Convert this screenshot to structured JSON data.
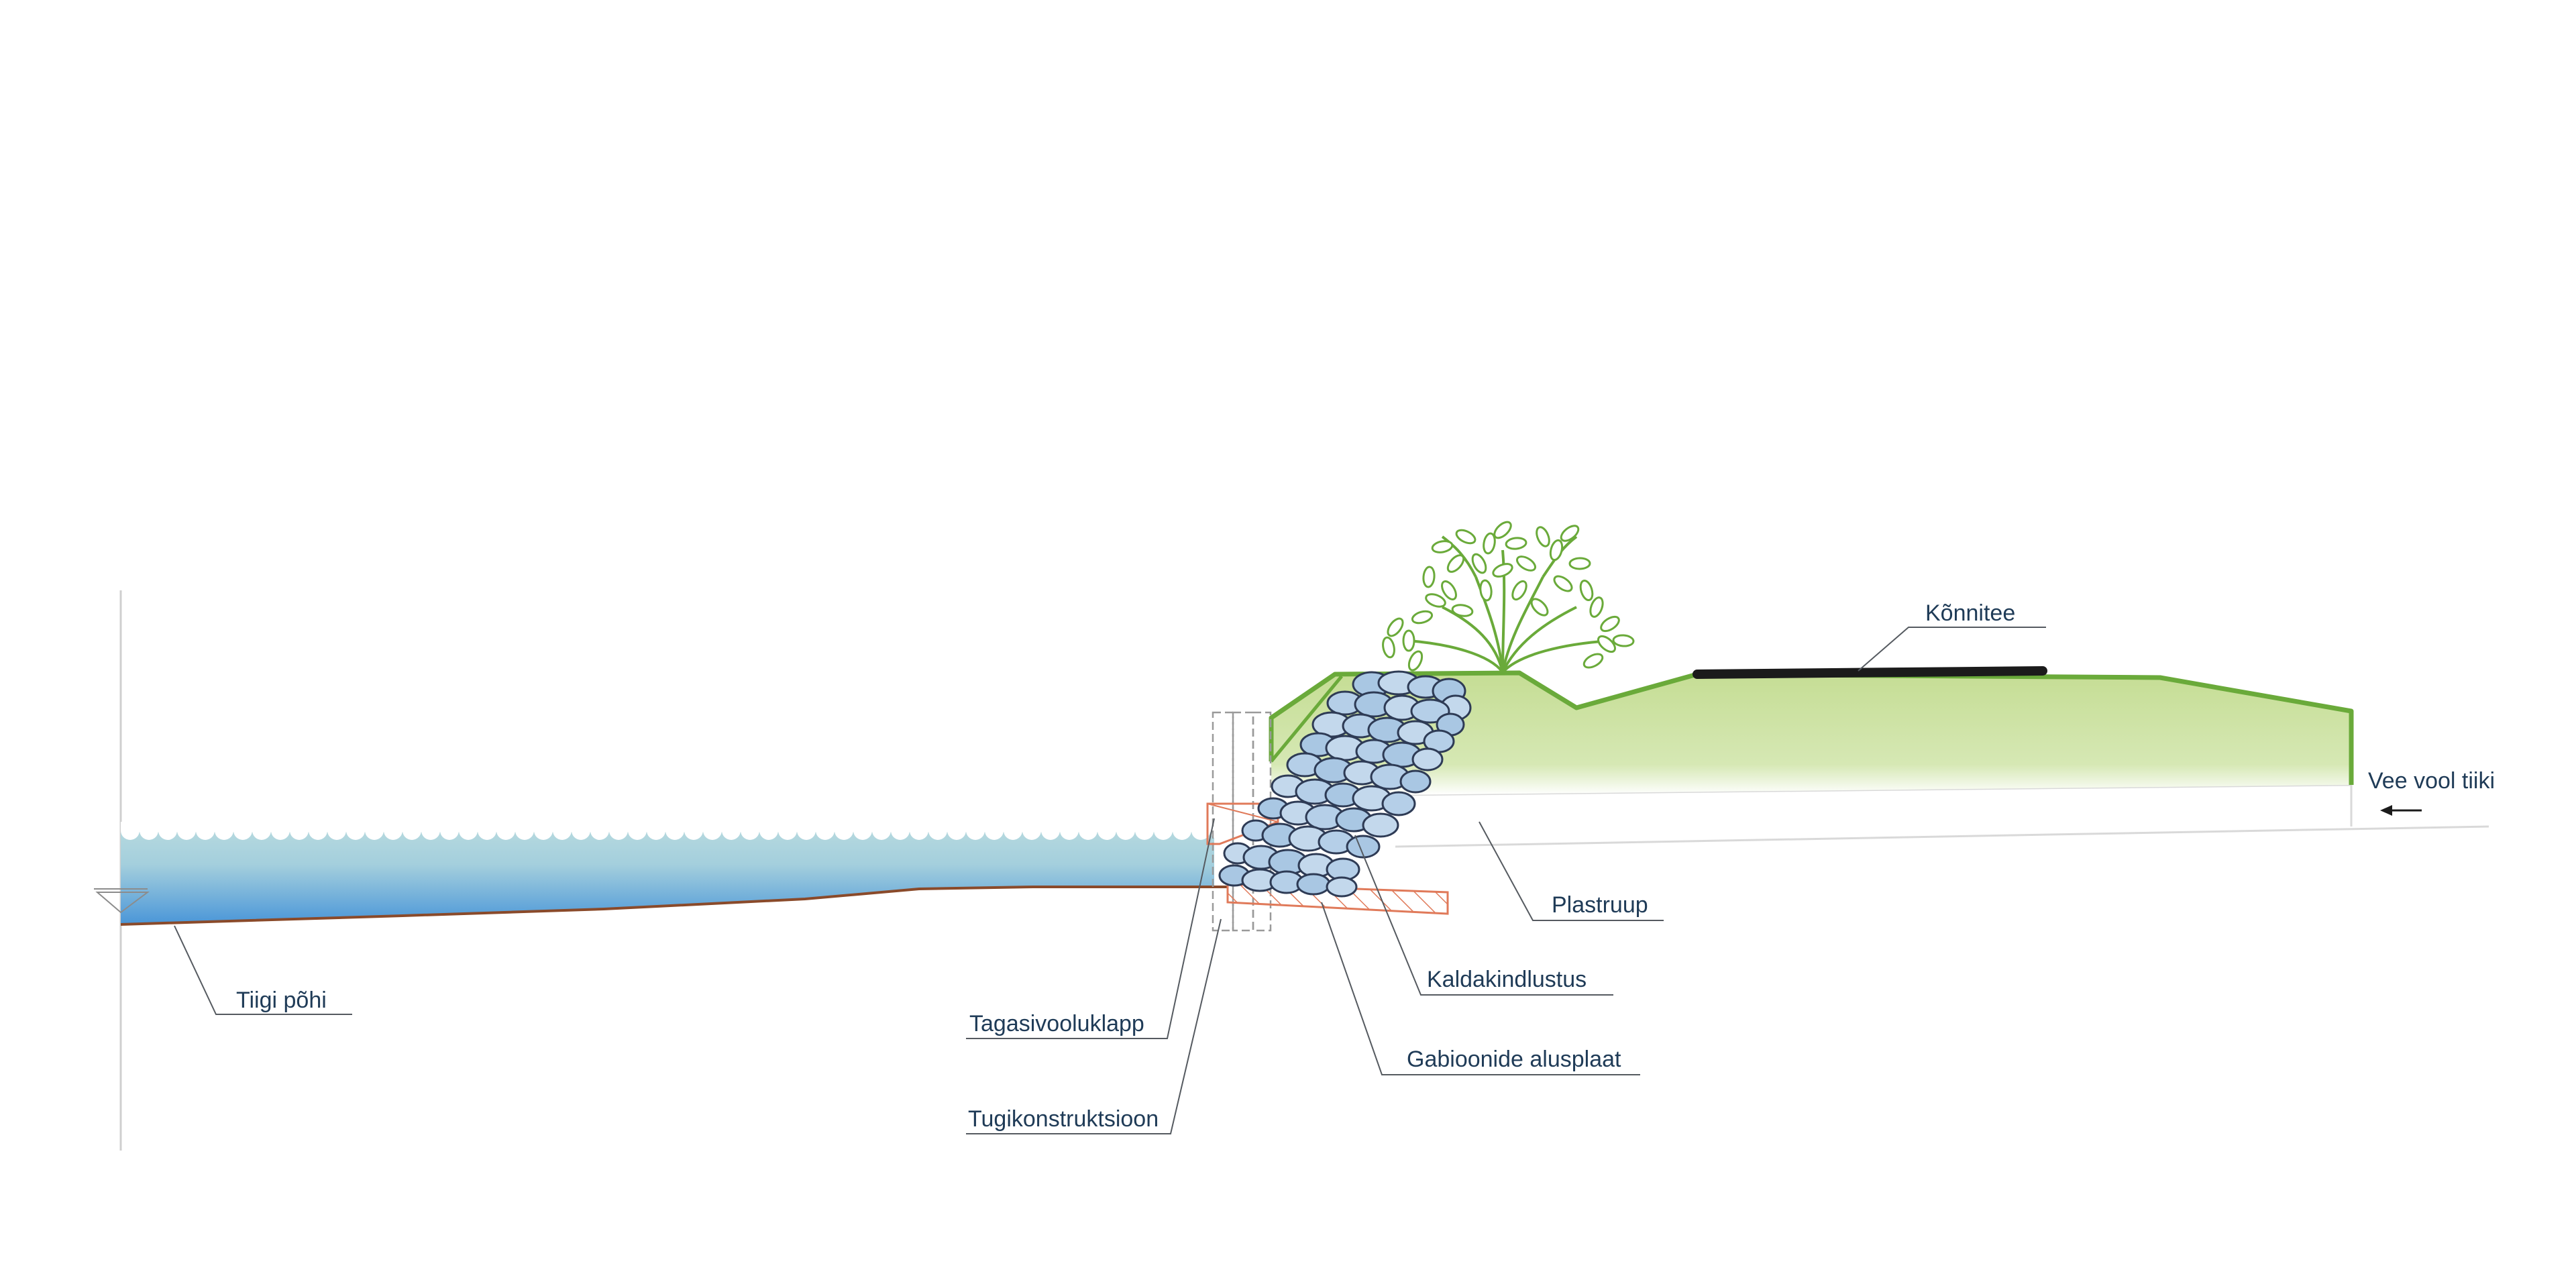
{
  "labels": {
    "walkway": "Kõnnitee",
    "water_flow": "Vee vool tiiki",
    "pipe": "Plastruup",
    "bank_reinforcement": "Kaldakindlustus",
    "gabion_base_plate": "Gabioonide alusplaat",
    "backflow_valve": "Tagasivooluklapp",
    "support_structure": "Tugikonstruktsioon",
    "pond_bottom": "Tiigi põhi"
  },
  "colors": {
    "water_top": "#a9d2dc",
    "water_bottom": "#4a97d8",
    "embankment_fill": "#c9df9c",
    "embankment_outline": "#6aaa3a",
    "pond_bed": "#8a4a2a",
    "walkway": "#1b1b1b",
    "stone_fill": "#bcd4ea",
    "stone_outline": "#2e3b55",
    "plate_hatch": "#e07a5a",
    "label_text": "#1f3b57"
  },
  "icons": [
    "tree-icon",
    "flow-arrow-icon",
    "water-level-icon",
    "stone-icon"
  ]
}
